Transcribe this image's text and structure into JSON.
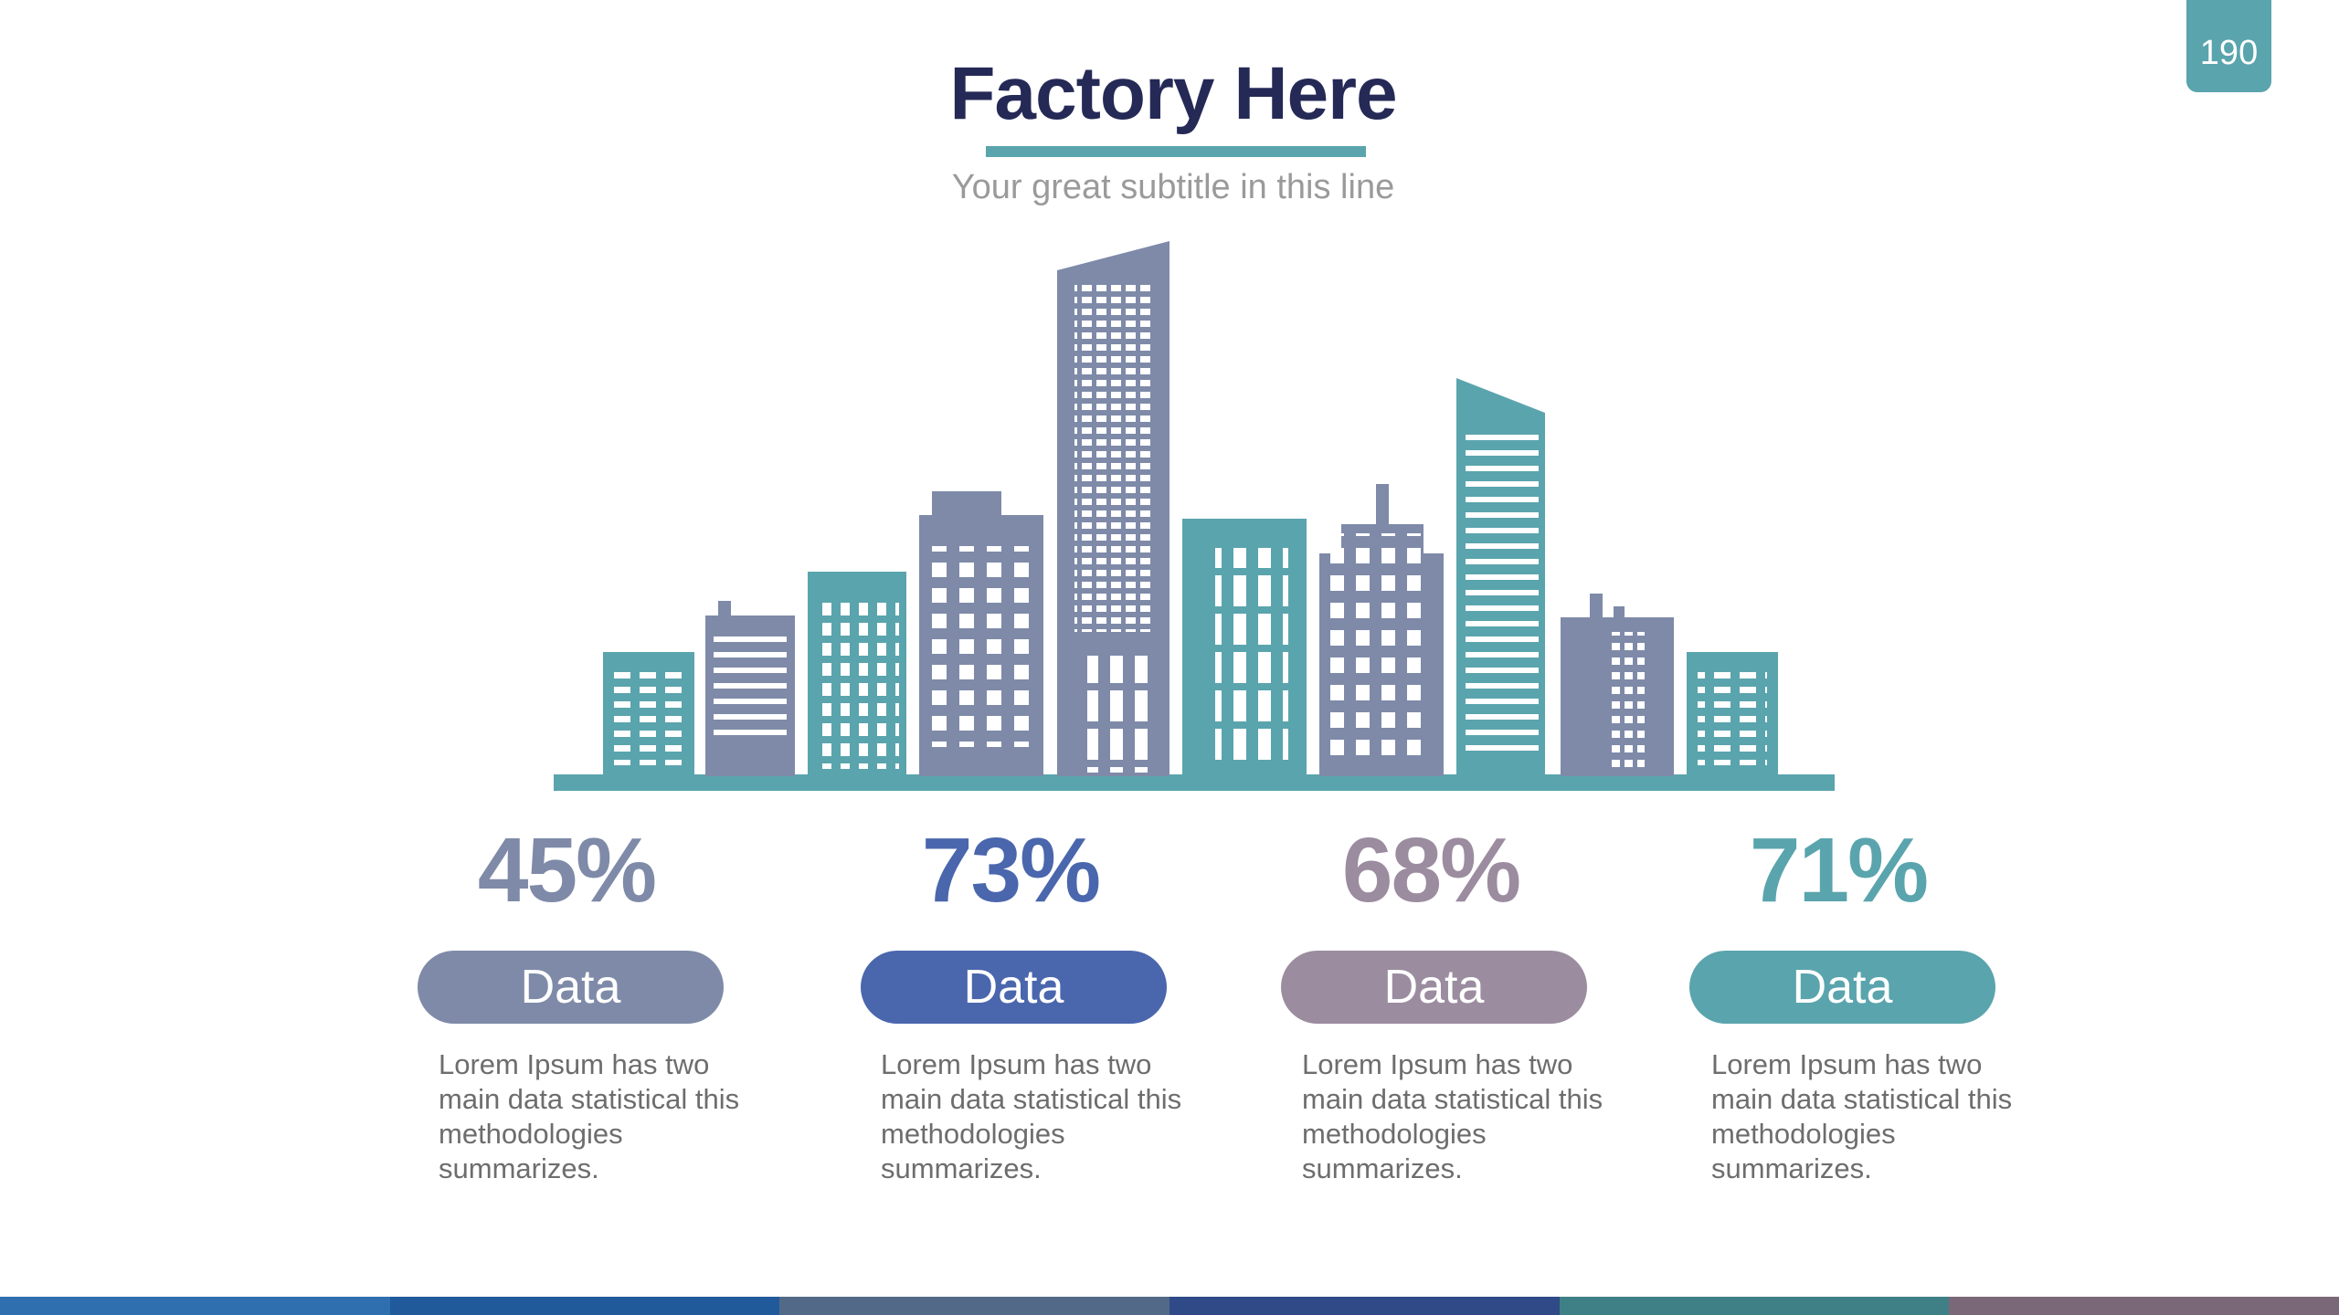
{
  "page": {
    "number": "190"
  },
  "header": {
    "title": "Factory Here",
    "subtitle": "Your great subtitle in this line"
  },
  "colors": {
    "teal": "#5aa4ad",
    "slate": "#7e8aa8",
    "navy": "#252956"
  },
  "stats": [
    {
      "value": "45%",
      "label": "Data",
      "color": "#7e8aa8",
      "text": "Lorem Ipsum has two main data statistical this methodologies summarizes."
    },
    {
      "value": "73%",
      "label": "Data",
      "color": "#4a66ad",
      "text": "Lorem Ipsum has two main data statistical this methodologies summarizes."
    },
    {
      "value": "68%",
      "label": "Data",
      "color": "#9b8c9f",
      "text": "Lorem Ipsum has two main data statistical this methodologies summarizes."
    },
    {
      "value": "71%",
      "label": "Data",
      "color": "#5aa4ad",
      "text": "Lorem Ipsum has two main data statistical this methodologies summarizes."
    }
  ],
  "footer_colors": [
    "#2f6fb0",
    "#215a9a",
    "#526a88",
    "#2f4a86",
    "#3f8086",
    "#7a6878"
  ]
}
